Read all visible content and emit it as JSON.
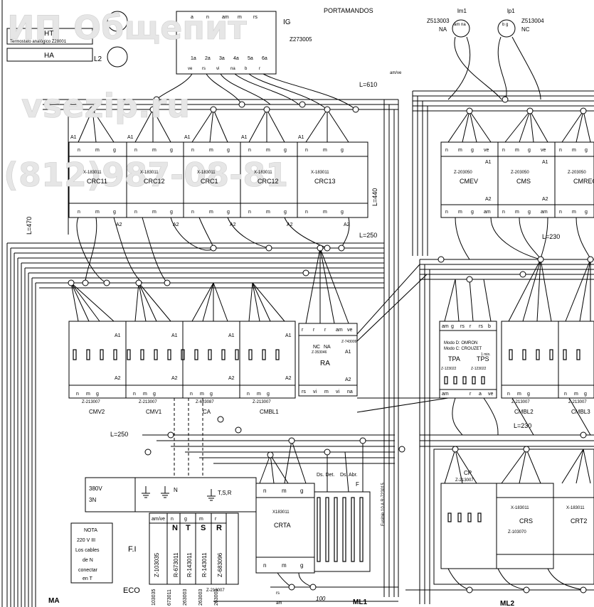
{
  "watermark": {
    "line1": "ИП Общепит",
    "line2": "vsezip.ru",
    "line3": "(812)987-08-81"
  },
  "header": {
    "title": "PORTAMANDOS",
    "ig_label": "IG",
    "ig_code": "Z273005",
    "lamp_left": {
      "id": "Z513003",
      "state": "NA",
      "name": "lm1",
      "pins": "am na"
    },
    "lamp_right": {
      "id": "Z513004",
      "state": "NC",
      "name": "lp1",
      "pins": "b g"
    },
    "ht_label": "HT",
    "ht_sub": "Termostato analógico Z28001",
    "ha_label": "HA",
    "l2_label": "L2",
    "ig_pins_top": [
      "a",
      "n",
      "am",
      "m",
      "rs"
    ],
    "ig_pins_bottom": [
      "1a",
      "2a",
      "3a",
      "4a",
      "5a",
      "6a"
    ],
    "ig_pins_bottom_sub": [
      "ve",
      "rs",
      "vi",
      "na",
      "b",
      "r"
    ]
  },
  "dims": {
    "l610": "L=610",
    "l440": "L=440",
    "l470": "L=470",
    "l250a": "L=250",
    "l250b": "L=250",
    "l230a": "L=230",
    "l230b": "L=230",
    "amve": "am/ve"
  },
  "relays_top": [
    {
      "code": "X-183011",
      "name": "CRC11"
    },
    {
      "code": "X-183011",
      "name": "CRC12"
    },
    {
      "code": "X-183011",
      "name": "CRC1"
    },
    {
      "code": "X-183011",
      "name": "CRC12"
    },
    {
      "code": "X-183011",
      "name": "CRC13"
    }
  ],
  "relay_top_pins": [
    "n",
    "m",
    "g",
    "g",
    "g",
    "m",
    "n",
    "m",
    "n",
    "n"
  ],
  "relays_right_top": [
    {
      "code": "Z-203050",
      "name": "CMEV"
    },
    {
      "code": "Z-203050",
      "name": "CMS"
    },
    {
      "code": "Z-203050",
      "name": "CMREC"
    }
  ],
  "contactors_mid": [
    {
      "code": "Z-213007",
      "name": "CMV2"
    },
    {
      "code": "Z-213007",
      "name": "CMV1"
    },
    {
      "code": "Z-683087",
      "name": "CA"
    },
    {
      "code": "Z-213007",
      "name": "CMBL1"
    }
  ],
  "ra": {
    "name": "RA",
    "code": "Z-743009",
    "code2": "Z-353046",
    "pins_top": [
      "r",
      "r",
      "r",
      "am",
      "ve"
    ],
    "pins_bottom": [
      "rs",
      "vi",
      "m",
      "vi",
      "na"
    ],
    "nc": "NC",
    "na": "NA",
    "a1": "A1",
    "a2": "A2"
  },
  "timers": {
    "tpa": "TPA",
    "tps": "TPS",
    "mode_d": "Modo D: OMRON",
    "mode_c": "Modo C: CROUZET",
    "one_min": "1 min.",
    "code_left": "Z-123022",
    "code_right": "Z-123022",
    "pins_top": [
      "am",
      "g",
      "rs",
      "r",
      "rs",
      "b"
    ],
    "pins_bottom": [
      "am",
      "",
      "",
      "r",
      "a",
      "ve"
    ]
  },
  "contactors_right": [
    {
      "code": "Z-213007",
      "name": "CMBL2"
    },
    {
      "code": "Z-213007",
      "name": "CMBL3"
    }
  ],
  "power": {
    "voltage": "380V",
    "phases": "3N",
    "n": "N",
    "tsr": "T,S,R"
  },
  "crta": {
    "code": "X183011",
    "name": "CRTA",
    "ds_det": "Ds.\nDet.",
    "ds_abr": "Ds.\nAbr.",
    "f": "F",
    "fusible": "Fusible 10 A  R-723015"
  },
  "terminal_block": {
    "headers": [
      "am/ve",
      "n",
      "g",
      "m",
      "r"
    ],
    "letters": [
      "",
      "N",
      "T",
      "S",
      "R"
    ],
    "codes": [
      "Z-103035",
      "R-673011",
      "R-143011",
      "R-143011",
      "Z-683096"
    ]
  },
  "fi_label": "F.I",
  "eco_label": "ECO",
  "nota": {
    "title": "NOTA",
    "line1": "220 V III",
    "line2": "Los cables",
    "line3": "de N",
    "line4": "conectar",
    "line5": "en T"
  },
  "cp": {
    "name": "CP",
    "code": "Z-213007",
    "crs_code": "X-183011",
    "crs_name": "CRS",
    "crs_sub": "Z-103070",
    "crt2_code": "X-183011",
    "crt2_name": "CRT2"
  },
  "bottom": {
    "ma": "MA",
    "ml1": "ML1",
    "ml2": "ML2",
    "val100": "100",
    "rs": "rs",
    "am": "am",
    "eco_codes": [
      "103035",
      "673011",
      "263003",
      "263003",
      "263003"
    ],
    "eco_code_main": "Z-213007"
  }
}
